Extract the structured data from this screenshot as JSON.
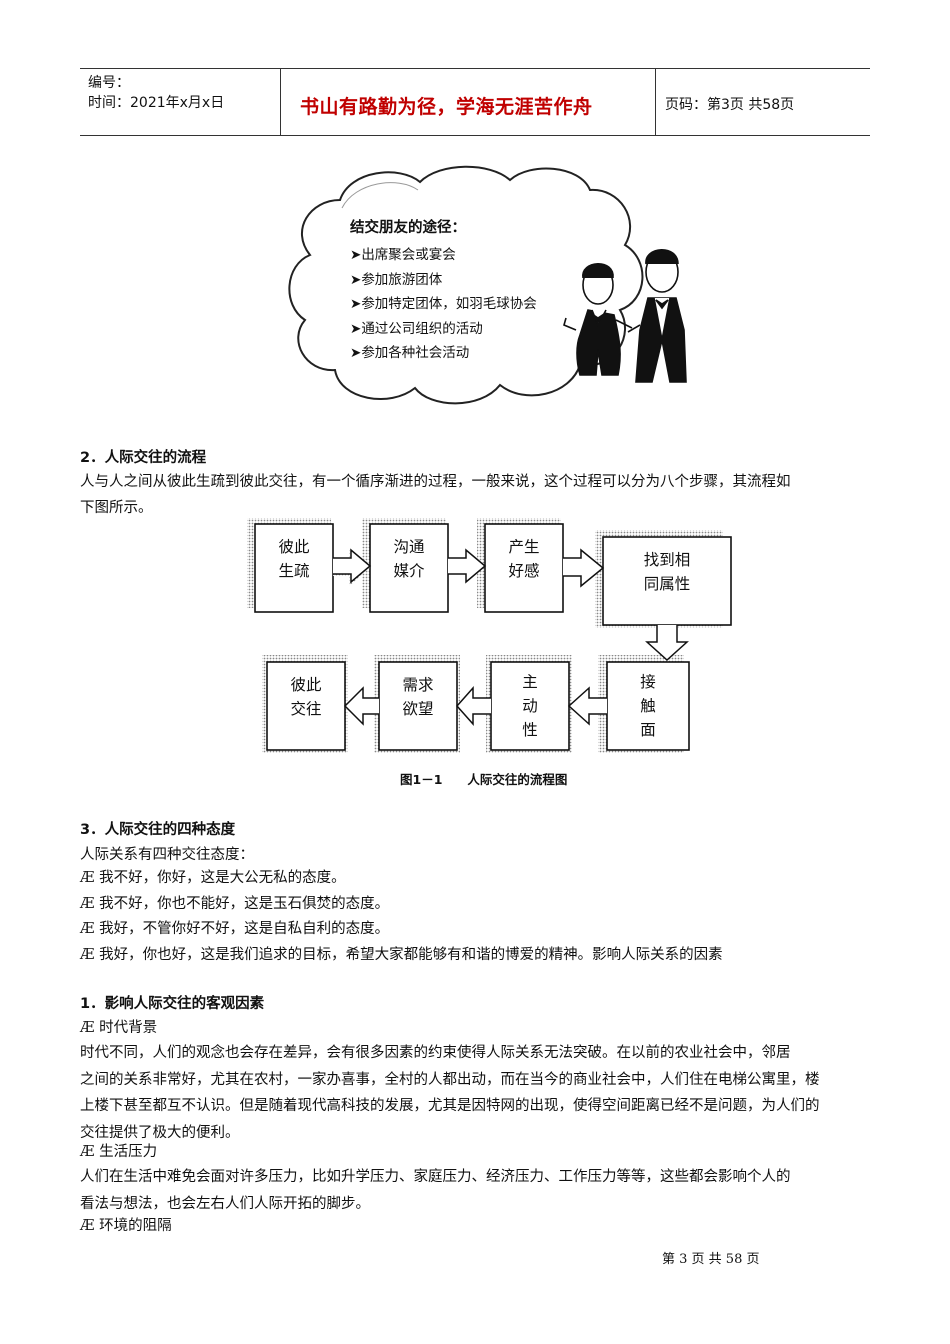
{
  "header": {
    "number_label": "编号：",
    "time_label": "时间：2021年x月x日",
    "motto": "书山有路勤为径，学海无涯苦作舟",
    "page_info": "页码：第3页  共58页"
  },
  "cloud": {
    "title": "结交朋友的途径：",
    "items": [
      "出席聚会或宴会",
      "参加旅游团体",
      "参加特定团体，如羽毛球协会",
      "通过公司组织的活动",
      "参加各种社会活动"
    ],
    "bullet": "➤"
  },
  "section2": {
    "heading": "2．人际交往的流程",
    "para_line1": "人与人之间从彼此生疏到彼此交往，有一个循序渐进的过程，一般来说，这个过程可以分为八个步骤，其流程如",
    "para_line2": "下图所示。"
  },
  "flow": {
    "row1": [
      [
        "彼此",
        "生疏"
      ],
      [
        "沟通",
        "媒介"
      ],
      [
        "产生",
        "好感"
      ],
      [
        "找到相",
        "同属性"
      ]
    ],
    "row2": [
      [
        "彼此",
        "交往"
      ],
      [
        "需求",
        "欲望"
      ],
      [
        "主",
        "动",
        "性"
      ],
      [
        "接",
        "触",
        "面"
      ]
    ],
    "caption": "图1－1　　人际交往的流程图"
  },
  "section3": {
    "heading": "3．人际交往的四种态度",
    "intro": "人际关系有四种交往态度：",
    "bullet": "Æ",
    "items": [
      "我不好，你好，这是大公无私的态度。",
      "我不好，你也不能好，这是玉石俱焚的态度。",
      "我好，不管你好不好，这是自私自利的态度。",
      "我好，你也好，这是我们追求的目标，希望大家都能够有和谐的博爱的精神。影响人际关系的因素"
    ]
  },
  "section1": {
    "heading": "1．影响人际交往的客观因素",
    "sub1": "时代背景",
    "p1_lines": [
      "时代不同，人们的观念也会存在差异，会有很多因素的约束使得人际关系无法突破。在以前的农业社会中，邻居",
      "之间的关系非常好，尤其在农村，一家办喜事，全村的人都出动，而在当今的商业社会中，人们住在电梯公寓里，楼",
      "上楼下甚至都互不认识。但是随着现代高科技的发展，尤其是因特网的出现，使得空间距离已经不是问题，为人们的",
      "交往提供了极大的便利。"
    ],
    "sub2": "生活压力",
    "p2_lines": [
      "人们在生活中难免会面对许多压力，比如升学压力、家庭压力、经济压力、工作压力等等，这些都会影响个人的",
      "看法与想法，也会左右人们人际开拓的脚步。"
    ],
    "sub3": "环境的阻隔"
  },
  "footer": {
    "text": "第 3 页 共 58 页"
  }
}
